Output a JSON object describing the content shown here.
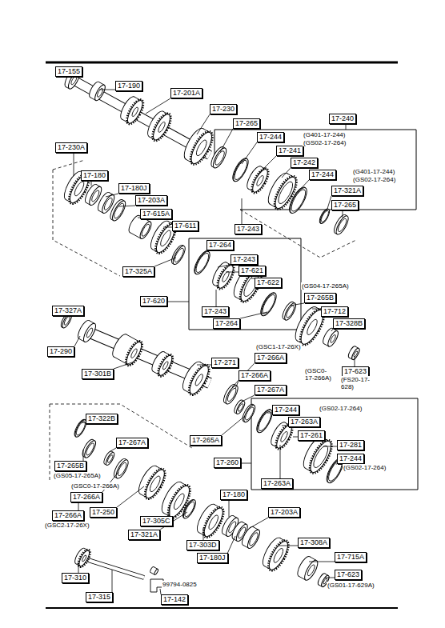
{
  "diagram": {
    "nodes": [
      {
        "text": [
          "17-155"
        ]
      },
      {
        "text": [
          "17-190"
        ]
      },
      {
        "text": [
          "17-201A"
        ]
      },
      {
        "text": [
          "17-230"
        ]
      },
      {
        "text": [
          "17-265"
        ]
      },
      {
        "text": [
          "17-240"
        ]
      },
      {
        "text": [
          "17-244"
        ]
      },
      {
        "text": [
          "17-241"
        ]
      },
      {
        "text": [
          "17-242"
        ]
      },
      {
        "text": [
          "17-244"
        ]
      },
      {
        "text": [
          "17-321A"
        ]
      },
      {
        "text": [
          "17-265"
        ]
      },
      {
        "text": [
          "17-230A"
        ]
      },
      {
        "text": [
          "17-180"
        ]
      },
      {
        "text": [
          "17-180J"
        ]
      },
      {
        "text": [
          "17-203A"
        ]
      },
      {
        "text": [
          "17-615A"
        ]
      },
      {
        "text": [
          "17-611"
        ]
      },
      {
        "text": [
          "17-243"
        ]
      },
      {
        "text": [
          "17-264"
        ]
      },
      {
        "text": [
          "17-243"
        ]
      },
      {
        "text": [
          "17-621"
        ]
      },
      {
        "text": [
          "17-622"
        ]
      },
      {
        "text": [
          "17-325A"
        ]
      },
      {
        "text": [
          "17-620"
        ]
      },
      {
        "text": [
          "17-243"
        ]
      },
      {
        "text": [
          "17-264"
        ]
      },
      {
        "text": [
          "17-265B"
        ]
      },
      {
        "text": [
          "17-712"
        ]
      },
      {
        "text": [
          "17-328B"
        ]
      },
      {
        "text": [
          "17-327A"
        ]
      },
      {
        "text": [
          "17-290"
        ]
      },
      {
        "text": [
          "17-301B"
        ]
      },
      {
        "text": [
          "17-271"
        ]
      },
      {
        "text": [
          "17-266A"
        ]
      },
      {
        "text": [
          "17-266A"
        ]
      },
      {
        "text": [
          "17-623"
        ]
      },
      {
        "text": [
          "17-267A"
        ]
      },
      {
        "text": [
          "17-322B"
        ]
      },
      {
        "text": [
          "17-244"
        ]
      },
      {
        "text": [
          "17-263A"
        ]
      },
      {
        "text": [
          "17-261"
        ]
      },
      {
        "text": [
          "17-265A"
        ]
      },
      {
        "text": [
          "17-281"
        ]
      },
      {
        "text": [
          "17-267A"
        ]
      },
      {
        "text": [
          "17-244"
        ]
      },
      {
        "text": [
          "17-260"
        ]
      },
      {
        "text": [
          "17-265B"
        ]
      },
      {
        "text": [
          "17-263A"
        ]
      },
      {
        "text": [
          "17-180"
        ]
      },
      {
        "text": [
          "17-266A"
        ]
      },
      {
        "text": [
          "17-250"
        ]
      },
      {
        "text": [
          "17-203A"
        ]
      },
      {
        "text": [
          "17-266A"
        ]
      },
      {
        "text": [
          "17-305C"
        ]
      },
      {
        "text": [
          "17-321A"
        ]
      },
      {
        "text": [
          "17-308A"
        ]
      },
      {
        "text": [
          "17-303D"
        ]
      },
      {
        "text": [
          "17-180J"
        ]
      },
      {
        "text": [
          "17-715A"
        ]
      },
      {
        "text": [
          "17-310"
        ]
      },
      {
        "text": [
          "17-623"
        ]
      },
      {
        "text": [
          "17-315"
        ]
      },
      {
        "text": [
          "17-142"
        ]
      }
    ],
    "labels": [
      "(G401-17-244)",
      "(GS02-17-264)",
      "(G401-17-244)",
      "(GS02-17-264)",
      "(GS04-17-265A)",
      "(GSC1-17-26X)",
      "(GSC0- 17-266A)",
      "(FS20-17- 628)",
      "(GS02-17-264)",
      "(GS02-17-264)",
      "(GS05-17-265A)",
      "(GSC0-17-266A)",
      "(GSC2-17-26X)",
      "99794-0825",
      "(GS01-17-629A)"
    ]
  }
}
